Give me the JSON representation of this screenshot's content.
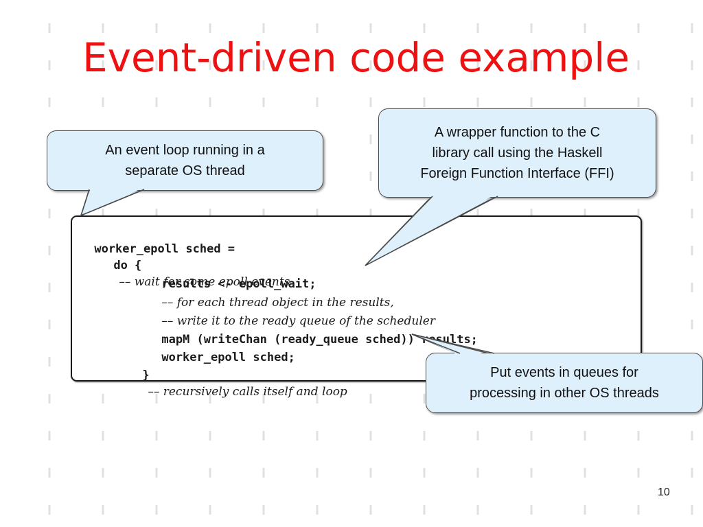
{
  "slide": {
    "title": "Event-driven code example",
    "page_number": "10"
  },
  "code": {
    "lines": [
      {
        "code": "worker_epoll sched =",
        "comment": ""
      },
      {
        "code": "do {",
        "comment": "–– wait for some epoll events"
      },
      {
        "code": "results <- epoll_wait;",
        "comment": ""
      },
      {
        "code": "",
        "comment": "–– for each thread object in the results,"
      },
      {
        "code": "",
        "comment": "–– write it to the ready queue of the scheduler"
      },
      {
        "code": "mapM (writeChan (ready_queue sched)) results;",
        "comment": ""
      },
      {
        "code": "worker_epoll sched;",
        "comment": ""
      },
      {
        "code": "}",
        "comment": "–– recursively calls itself and loop"
      }
    ]
  },
  "callouts": {
    "event_loop": {
      "line1": "An event loop running in a",
      "line2": "separate OS thread"
    },
    "wrapper": {
      "line1": "A wrapper function to the C",
      "line2": "library call using the Haskell",
      "line3": "Foreign Function Interface (FFI)"
    },
    "queues": {
      "line1": "Put events in queues for",
      "line2": "processing in other OS threads"
    }
  },
  "colors": {
    "title": "#ee1111",
    "callout_fill": "#dff0fd",
    "callout_border": "#4b4b4b",
    "background_pattern": "#e0e0e0"
  }
}
